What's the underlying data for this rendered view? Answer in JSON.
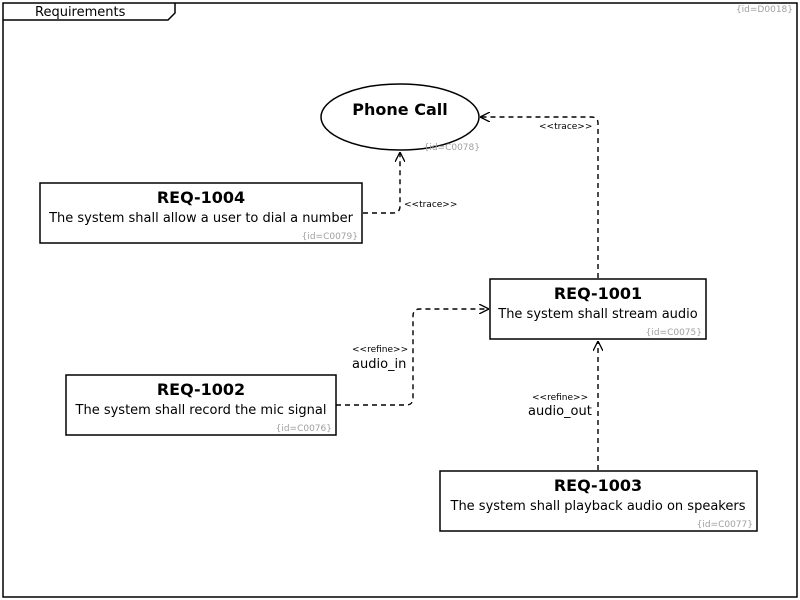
{
  "frame": {
    "title": "Requirements",
    "id": "{id=D0018}"
  },
  "usecase": {
    "title": "Phone Call",
    "id": "{id=C0078}"
  },
  "requirements": [
    {
      "key": "req1004",
      "title": "REQ-1004",
      "text": "The system shall allow a user to dial a number",
      "id": "{id=C0079}"
    },
    {
      "key": "req1001",
      "title": "REQ-1001",
      "text": "The system shall stream audio",
      "id": "{id=C0075}"
    },
    {
      "key": "req1002",
      "title": "REQ-1002",
      "text": "The system shall record the mic signal",
      "id": "{id=C0076}"
    },
    {
      "key": "req1003",
      "title": "REQ-1003",
      "text": "The system shall playback audio on speakers",
      "id": "{id=C0077}"
    }
  ],
  "relations": {
    "trace_top": {
      "stereotype": "<<trace>>"
    },
    "trace_left": {
      "stereotype": "<<trace>>"
    },
    "refine_in": {
      "stereotype": "<<refine>>",
      "label": "audio_in"
    },
    "refine_out": {
      "stereotype": "<<refine>>",
      "label": "audio_out"
    }
  },
  "colors": {
    "line": "#000000",
    "id_text": "#a0a0a0"
  }
}
